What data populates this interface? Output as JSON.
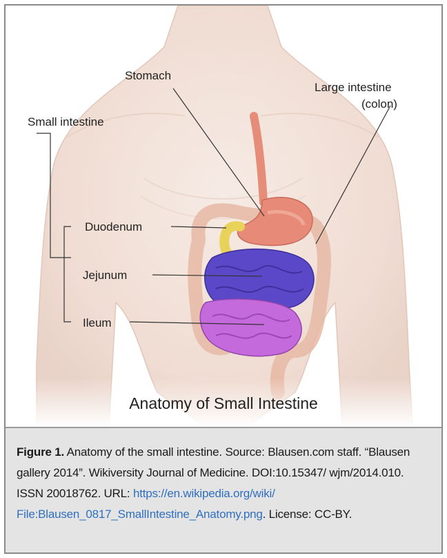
{
  "labels": {
    "stomach": "Stomach",
    "large_intestine_line1": "Large intestine",
    "large_intestine_line2": "(colon)",
    "small_intestine": "Small intestine",
    "duodenum": "Duodenum",
    "jejunum": "Jejunum",
    "ileum": "Ileum"
  },
  "figure_title": "Anatomy of Small Intestine",
  "caption": {
    "figure_number": "Figure 1.",
    "text_1": " Anatomy of the small intestine. ",
    "source": "Source: Blausen.com staff. “Blausen gallery 2014”. Wikiversity Journal of Medicine. DOI:10.15347/ wjm/2014.010. ISSN 20018762. URL: ",
    "url": "https://en.wikipedia.org/wiki/ File:Blausen_0817_SmallIntestine_Anatomy.png",
    "license": ". License: CC-BY."
  },
  "colors": {
    "skin": "#f2e2da",
    "stomach": "#e88a78",
    "duodenum": "#e8d25a",
    "jejunum": "#5a48c8",
    "ileum": "#c46adc",
    "colon": "#e6b8a4",
    "link": "#2f6fbf",
    "caption_bg": "#e4e4e4"
  }
}
